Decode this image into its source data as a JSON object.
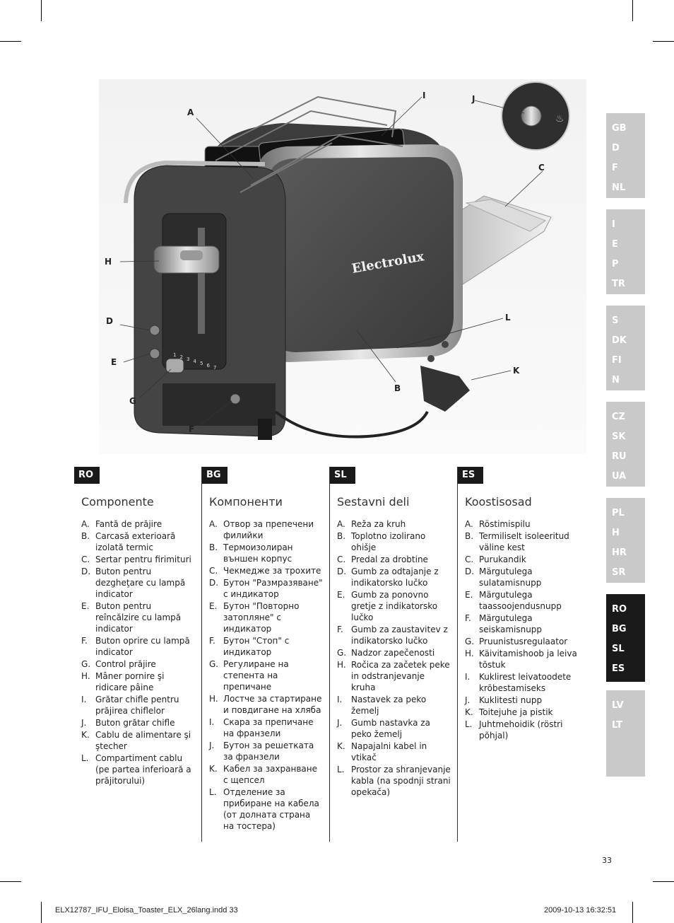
{
  "callouts": {
    "a": "A",
    "b": "B",
    "c": "C",
    "d": "D",
    "e": "E",
    "f": "F",
    "g": "G",
    "h": "H",
    "i": "I",
    "j": "J",
    "k": "K",
    "l": "L"
  },
  "figure": {
    "brand": "Electrolux",
    "scale_digits": [
      "1",
      "2",
      "3",
      "4",
      "5",
      "6",
      "7"
    ]
  },
  "columns": [
    {
      "lang": "RO",
      "title": "Componente",
      "items": [
        {
          "k": "A.",
          "t": "Fantă de prăjire"
        },
        {
          "k": "B.",
          "t": "Carcasă exterioară izolată termic"
        },
        {
          "k": "C.",
          "t": "Sertar pentru firimituri"
        },
        {
          "k": "D.",
          "t": "Buton pentru dezgheţare cu lampă indicator"
        },
        {
          "k": "E.",
          "t": "Buton pentru reîncălzire cu lampă indicator"
        },
        {
          "k": "F.",
          "t": "Buton oprire cu lampă indicator"
        },
        {
          "k": "G.",
          "t": "Control prăjire"
        },
        {
          "k": "H.",
          "t": "Mâner pornire şi ridicare pâine"
        },
        {
          "k": "I.",
          "t": "Grătar chifle pentru prăjirea chiflelor"
        },
        {
          "k": "J.",
          "t": "Buton grătar chifle"
        },
        {
          "k": "K.",
          "t": "Cablu de alimentare şi ştecher"
        },
        {
          "k": "L.",
          "t": "Compartiment cablu (pe partea inferioară a prăjitorului)"
        }
      ]
    },
    {
      "lang": "BG",
      "title": "Компоненти",
      "items": [
        {
          "k": "A.",
          "t": "Отвор за препечени филийки"
        },
        {
          "k": "B.",
          "t": "Термоизолиран външен корпус"
        },
        {
          "k": "C.",
          "t": "Чекмедже за трохите"
        },
        {
          "k": "D.",
          "t": "Бутон \"Размразяване\" с индикатор"
        },
        {
          "k": "E.",
          "t": "Бутон \"Повторно затопляне\" с индикатор"
        },
        {
          "k": "F.",
          "t": "Бутон \"Стоп\" с индикатор"
        },
        {
          "k": "G.",
          "t": "Регулиране на степента на препичане"
        },
        {
          "k": "H.",
          "t": "Лостче за стартиране и повдигане на хляба"
        },
        {
          "k": "I.",
          "t": "Скара за препичане на франзели"
        },
        {
          "k": "J.",
          "t": "Бутон за решетката за франзели"
        },
        {
          "k": "K.",
          "t": "Кабел за захранване с щепсел"
        },
        {
          "k": "L.",
          "t": "Отделение за прибиране на кабела (от долната страна на тостера)"
        }
      ]
    },
    {
      "lang": "SL",
      "title": "Sestavni deli",
      "items": [
        {
          "k": "A.",
          "t": "Reža za kruh"
        },
        {
          "k": "B.",
          "t": "Toplotno izolirano ohišje"
        },
        {
          "k": "C.",
          "t": "Predal za drobtine"
        },
        {
          "k": "D.",
          "t": "Gumb za odtajanje z indikatorsko lučko"
        },
        {
          "k": "E.",
          "t": "Gumb za ponovno gretje z indikatorsko lučko"
        },
        {
          "k": "F.",
          "t": "Gumb za zaustavitev z indikatorsko lučko"
        },
        {
          "k": "G.",
          "t": "Nadzor zapečenosti"
        },
        {
          "k": "H.",
          "t": "Ročica za začetek peke in odstranjevanje kruha"
        },
        {
          "k": "I.",
          "t": "Nastavek za peko žemelj"
        },
        {
          "k": "J.",
          "t": "Gumb nastavka za peko žemelj"
        },
        {
          "k": "K.",
          "t": "Napajalni kabel in vtikač"
        },
        {
          "k": "L.",
          "t": "Prostor za shranjevanje kabla (na spodnji strani opekača)"
        }
      ]
    },
    {
      "lang": "ES",
      "title": "Koostisosad",
      "items": [
        {
          "k": "A.",
          "t": "Röstimispilu"
        },
        {
          "k": "B.",
          "t": "Termiliselt isoleeritud väline kest"
        },
        {
          "k": "C.",
          "t": "Purukandik"
        },
        {
          "k": "D.",
          "t": "Märgutulega sulatamisnupp"
        },
        {
          "k": "E.",
          "t": "Märgutulega taassoojendusnupp"
        },
        {
          "k": "F.",
          "t": "Märgutulega seiskamisnupp"
        },
        {
          "k": "G.",
          "t": "Pruunistusregulaator"
        },
        {
          "k": "H.",
          "t": "Käivitamishoob ja leiva tõstuk"
        },
        {
          "k": "I.",
          "t": "Kuklirest leivatoodete krõbestamiseks"
        },
        {
          "k": "J.",
          "t": "Kuklitesti nupp"
        },
        {
          "k": "K.",
          "t": "Toitejuhe ja pistik"
        },
        {
          "k": "L.",
          "t": "Juhtmehoidik (röstri põhjal)"
        }
      ]
    }
  ],
  "tabs": [
    {
      "items": [
        "GB",
        "D",
        "F",
        "NL"
      ],
      "active": false
    },
    {
      "items": [
        "I",
        "E",
        "P",
        "TR"
      ],
      "active": false
    },
    {
      "items": [
        "S",
        "DK",
        "FI",
        "N"
      ],
      "active": false
    },
    {
      "items": [
        "CZ",
        "SK",
        "RU",
        "UA"
      ],
      "active": false
    },
    {
      "items": [
        "PL",
        "H",
        "HR",
        "SR"
      ],
      "active": false
    },
    {
      "items": [
        "RO",
        "BG",
        "SL",
        "ES"
      ],
      "active": true
    },
    {
      "items": [
        "LV",
        "LT"
      ],
      "active": false
    }
  ],
  "page_number": "33",
  "footer": {
    "file": "ELX12787_IFU_Eloisa_Toaster_ELX_26lang.indd   33",
    "date": "2009-10-13   16:32:51"
  }
}
